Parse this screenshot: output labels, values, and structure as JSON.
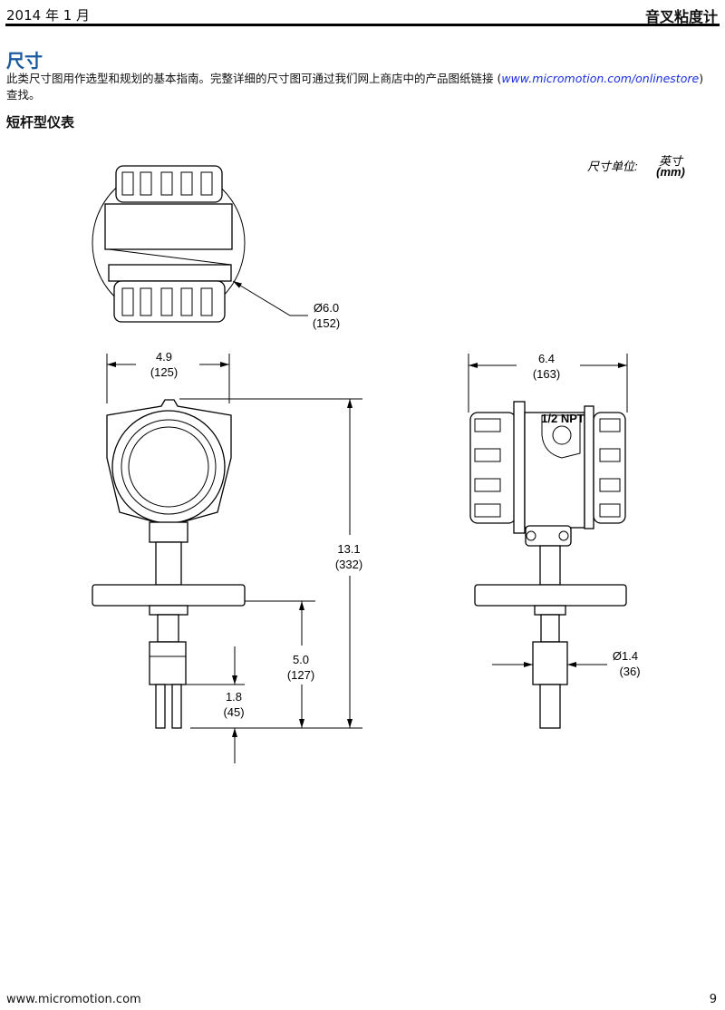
{
  "header": {
    "date": "2014 年 1 月",
    "title": "音叉粘度计"
  },
  "section": {
    "title": "尺寸",
    "paragraph_pre": "此类尺寸图用作选型和规划的基本指南。完整详细的尺寸图可通过我们网上商店中的产品图纸链接 (",
    "link": "www.micromotion.com/onlinestore",
    "paragraph_post": ") 查找。",
    "subtitle": "短杆型仪表"
  },
  "units": {
    "label": "尺寸单位:",
    "inch": "英寸",
    "mm": "(mm)"
  },
  "dimensions": {
    "diameter_top": {
      "in": "Ø6.0",
      "mm": "(152)"
    },
    "width_front": {
      "in": "4.9",
      "mm": "(125)"
    },
    "width_side": {
      "in": "6.4",
      "mm": "(163)"
    },
    "height_total": {
      "in": "13.1",
      "mm": "(332)"
    },
    "height_lower": {
      "in": "5.0",
      "mm": "(127)"
    },
    "prong_length": {
      "in": "1.8",
      "mm": "(45)"
    },
    "probe_diameter": {
      "in": "Ø1.4",
      "mm": "(36)"
    }
  },
  "drawing": {
    "npt_label": "1/2 NPT"
  },
  "footer": {
    "url": "www.micromotion.com",
    "page": "9"
  }
}
